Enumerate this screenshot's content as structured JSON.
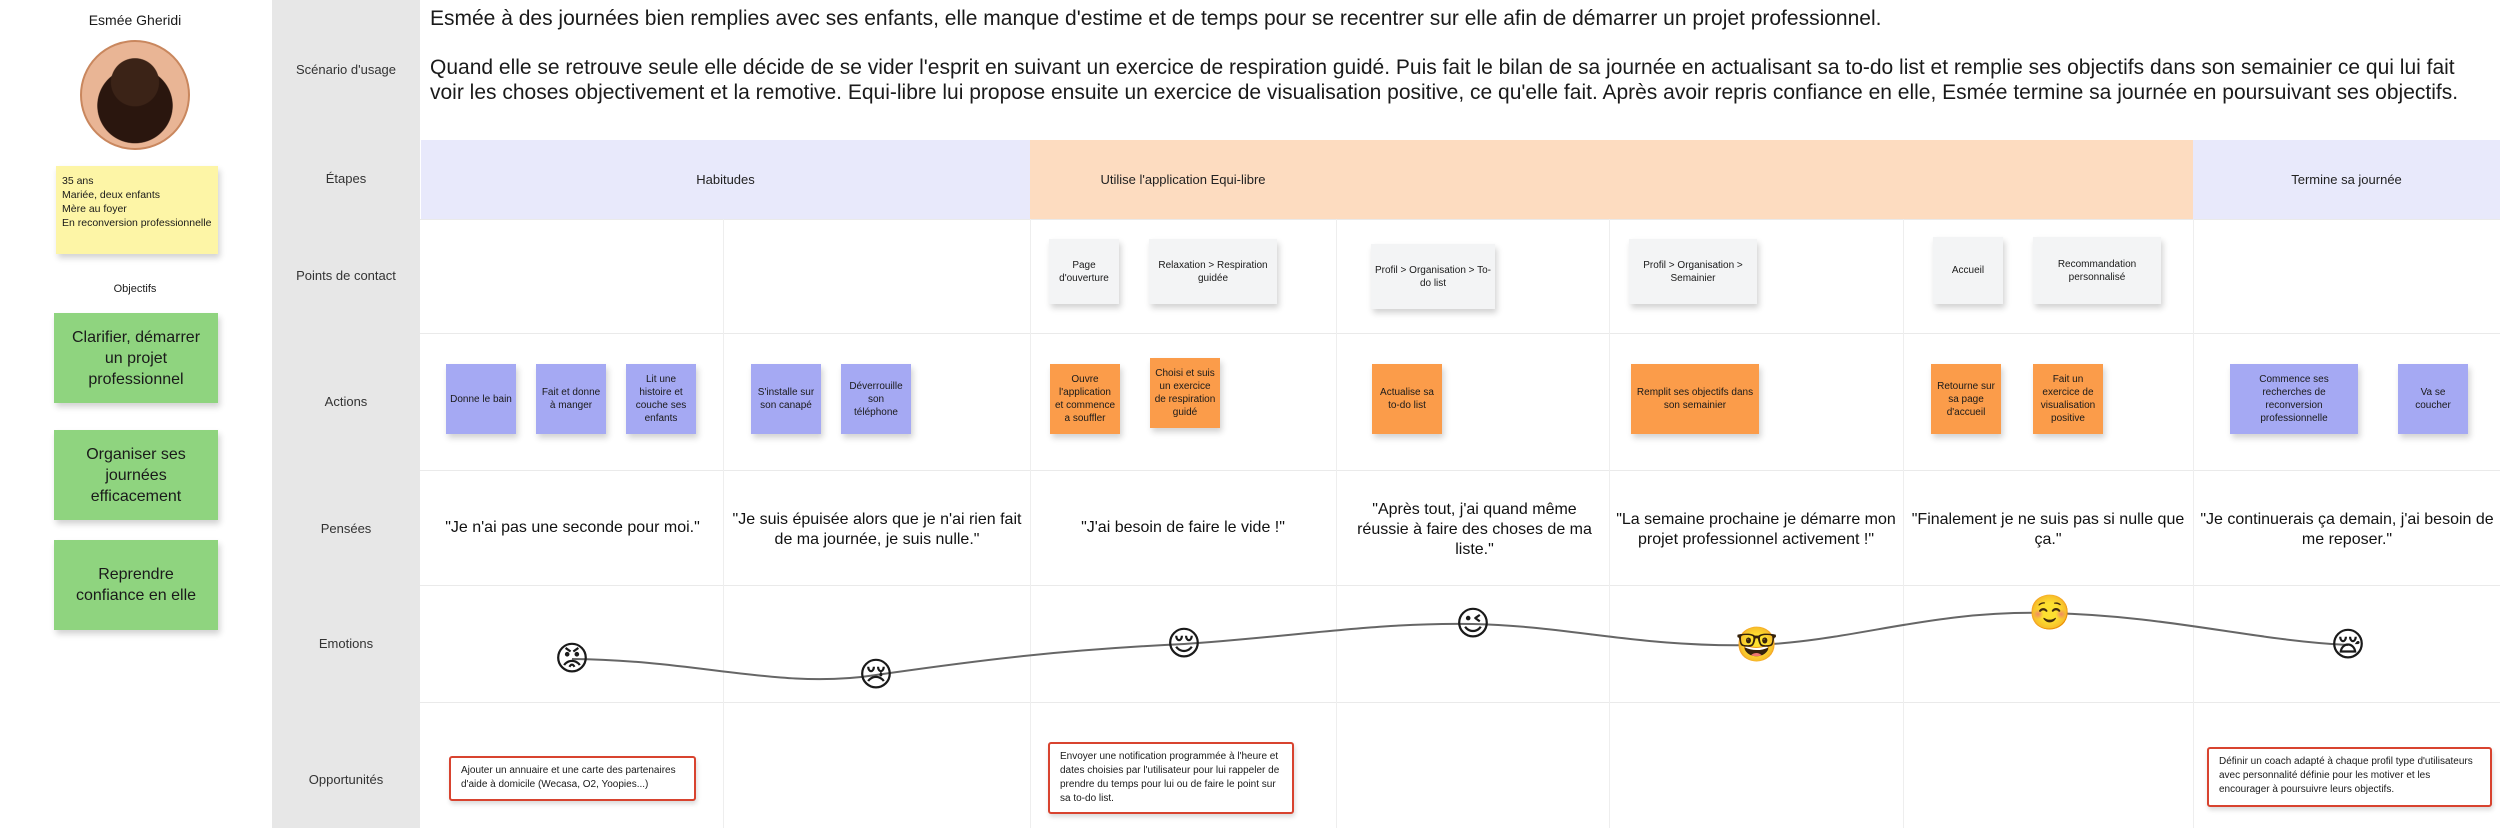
{
  "persona": {
    "name": "Esmée Gheridi",
    "details": [
      "35 ans",
      "Mariée, deux enfants",
      "Mère au foyer",
      "En reconversion professionnelle"
    ],
    "objectives_title": "Objectifs",
    "objectives": [
      "Clarifier, démarrer un projet professionnel",
      "Organiser ses journées efficacement",
      "Reprendre confiance en elle"
    ]
  },
  "rows": {
    "scenario": "Scénario d'usage",
    "stages": "Étapes",
    "touchpoints": "Points de contact",
    "actions": "Actions",
    "thoughts": "Pensées",
    "emotions": "Emotions",
    "opportunities": "Opportunités"
  },
  "scenario": {
    "p1": "Esmée à des journées bien remplies avec ses enfants, elle manque d'estime et de temps pour se recentrer sur elle afin de démarrer un projet professionnel.",
    "p2": "Quand elle se retrouve seule elle décide de se vider l'esprit en suivant un exercice de respiration guidé. Puis fait le bilan de sa journée en actualisant sa to-do list et remplie ses objectifs dans son semainier ce qui lui fait voir les choses objectivement et la remotive. Equi-libre lui propose ensuite un exercice de visualisation positive, ce qu'elle fait. Après avoir repris confiance en elle, Esmée termine sa journée en poursuivant ses objectifs."
  },
  "stages": [
    "Habitudes",
    "Utilise l'application Equi-libre",
    "Termine sa journée"
  ],
  "touchpoints": [
    "Page d'ouverture",
    "Relaxation > Respiration guidée",
    "Profil > Organisation > To-do list",
    "Profil > Organisation > Semainier",
    "Accueil",
    "Recommandation personnalisé"
  ],
  "actions": [
    "Donne le bain",
    "Fait et donne à manger",
    "Lit une histoire et couche ses enfants",
    "S'installe sur son canapé",
    "Déverrouille son téléphone",
    "Ouvre l'application et commence a souffler",
    "Choisi et suis un exercice de respiration guidé",
    "Actualise sa to-do list",
    "Remplit ses objectifs dans son semainier",
    "Retourne sur sa page d'accueil",
    "Fait un exercice de visualisation positive",
    "Commence ses recherches de reconversion professionnelle",
    "Va se coucher"
  ],
  "thoughts": [
    "\"Je n'ai pas une seconde pour moi.\"",
    "\"Je suis épuisée alors que je n'ai rien fait de ma journée, je suis nulle.\"",
    "\"J'ai besoin de faire le vide !\"",
    "\"Après tout, j'ai quand même réussie à faire des choses de ma liste.\"",
    "\"La semaine prochaine je démarre mon projet professionnel activement !\"",
    "\"Finalement je ne suis pas si nulle que ça.\"",
    "\"Je continuerais ça demain, j'ai besoin de me reposer.\""
  ],
  "emotions": {
    "icons": [
      "😡",
      "😢",
      "😌",
      "😉",
      "🤓",
      "☺️",
      "😪"
    ],
    "names": [
      "angry-face-icon",
      "crying-face-icon",
      "relieved-face-icon",
      "winking-face-icon",
      "nerd-face-icon",
      "smiling-face-icon",
      "sleepy-face-icon"
    ]
  },
  "opportunities": [
    "Ajouter un annuaire et une carte des partenaires d'aide à domicile (Wecasa, O2, Yoopies...)",
    "Envoyer une notification programmée à l'heure et dates choisies par l'utilisateur pour lui rappeler de prendre du temps pour lui ou de faire le point sur sa to-do list.",
    "Définir un coach adapté à chaque profil type d'utilisateurs avec personnalité définie pour les motiver et les encourager à poursuivre leurs objectifs."
  ],
  "colors": {
    "stage_blue": "#e8e9fb",
    "stage_orange": "#fddcc0",
    "sticky_blue": "#a5a9f3",
    "sticky_orange": "#fb9c4a",
    "green": "#8fd47f",
    "yellow": "#fdf5a6",
    "opportunity_border": "#d8432f"
  }
}
